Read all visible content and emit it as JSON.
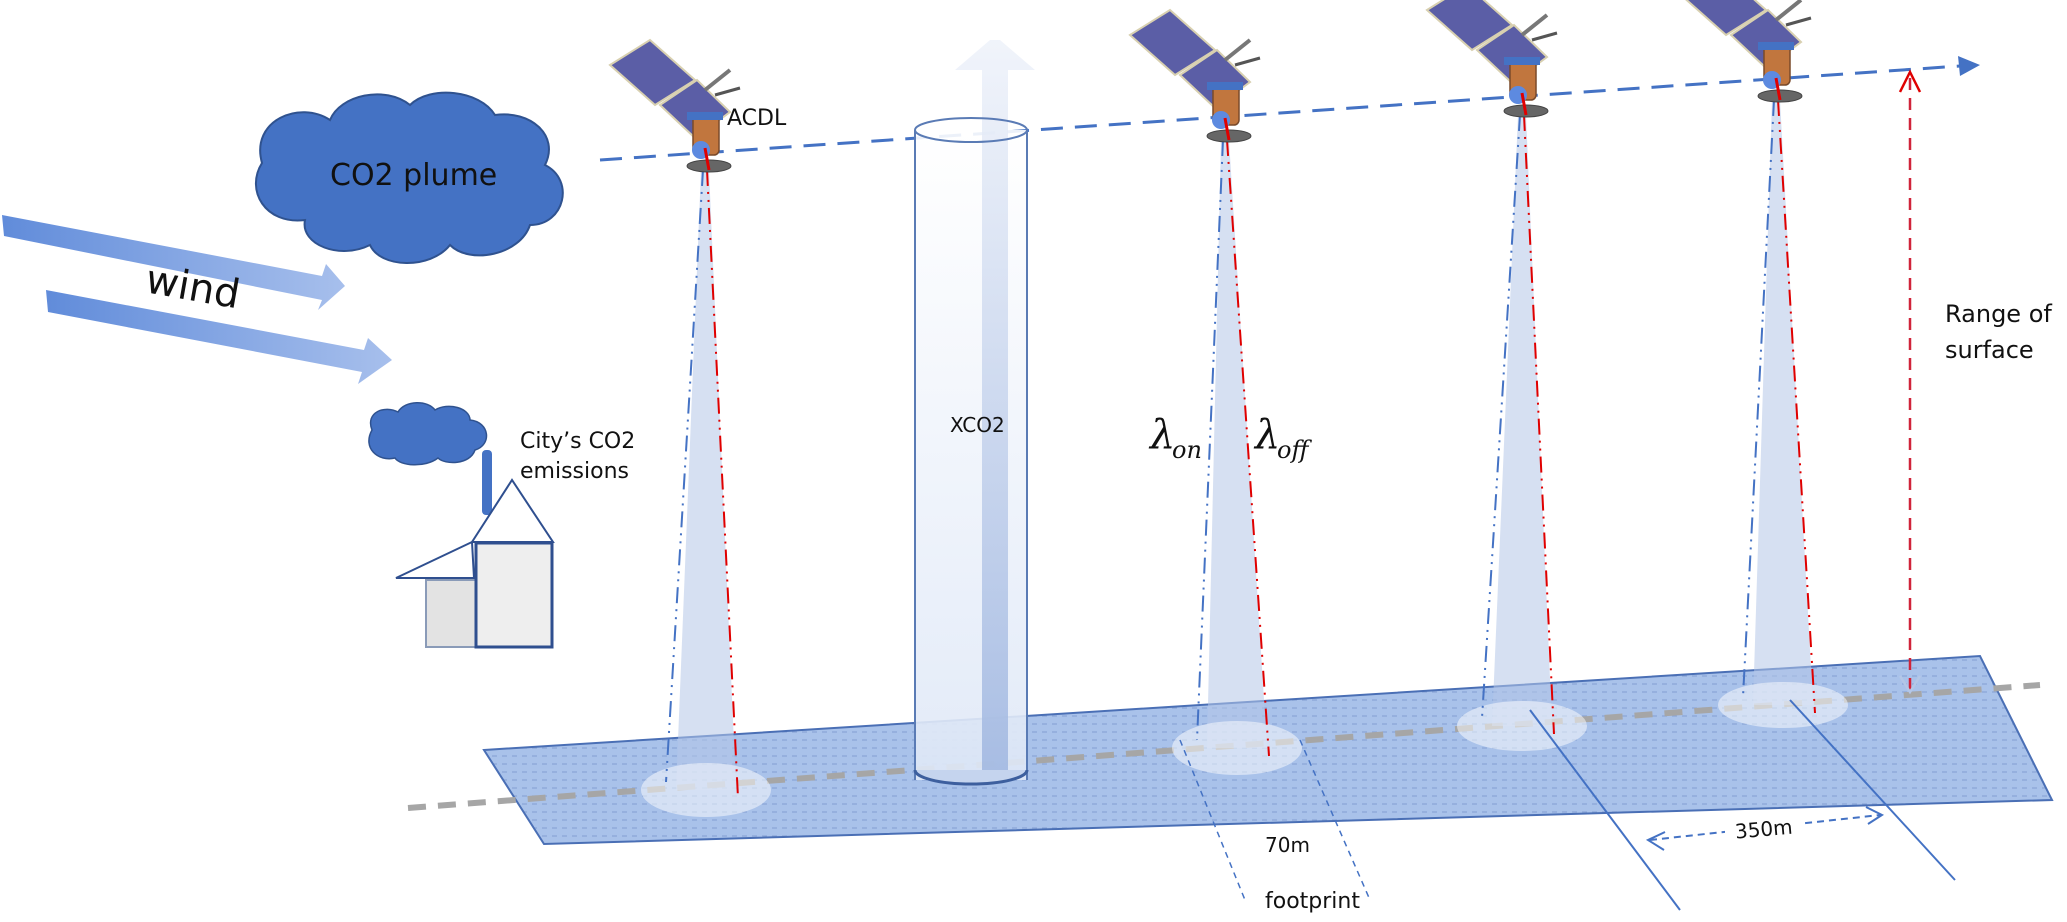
{
  "diagram": {
    "title": "ACDL XCO2 measurement concept",
    "colors": {
      "primary_blue": "#4472c4",
      "light_blue": "#b4c7e7",
      "laser_red": "#e00000",
      "surface_blue": "#a9c2ea",
      "ground_track_gray": "#a6a6a6",
      "house_fill": "#eeeeee",
      "house_stroke": "#2f4f8f"
    },
    "labels": {
      "plume": "CO2 plume",
      "wind": "wind",
      "satellite": "ACDL",
      "city_line1": "City’s CO2",
      "city_line2": "emissions",
      "column": "XCO2",
      "lambda_on_main": "λ",
      "lambda_on_sub": "on",
      "lambda_off_main": "λ",
      "lambda_off_sub": "off",
      "range_line1": "Range of",
      "range_line2": "surface",
      "footprint_size": "70m",
      "footprint": "footprint",
      "spacing": "350m"
    },
    "satellites": [
      {
        "name": "satellite-1",
        "label": "ACDL"
      },
      {
        "name": "satellite-2"
      },
      {
        "name": "satellite-3"
      },
      {
        "name": "satellite-4"
      }
    ],
    "icons": {
      "plume": "cloud-icon",
      "city_cloud": "cloud-icon",
      "house": "house-icon",
      "satellite": "satellite-icon",
      "wind": "arrow-right-icon",
      "column_arrow": "arrow-up-icon"
    }
  }
}
